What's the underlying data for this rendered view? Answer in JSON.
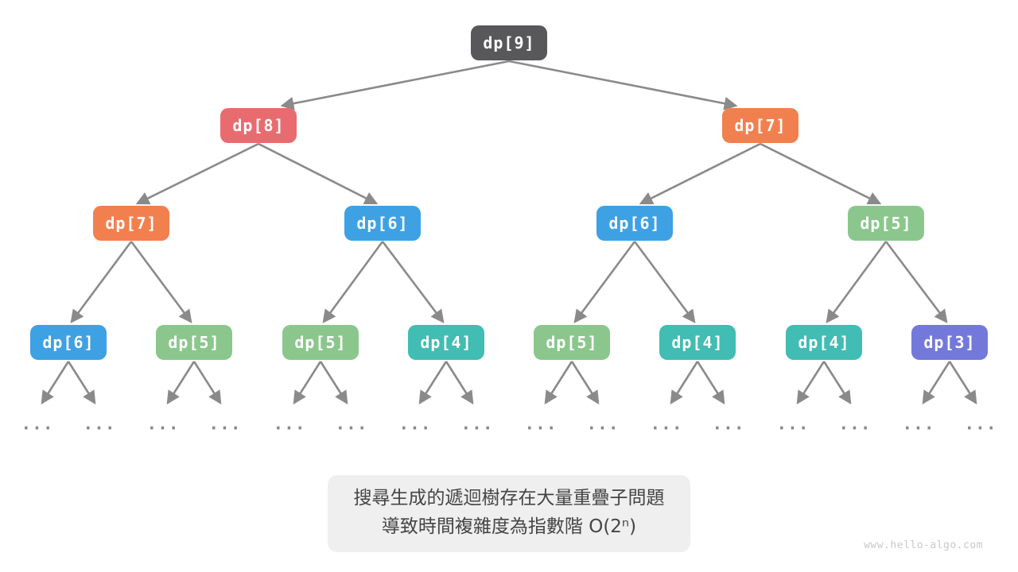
{
  "diagram": {
    "topic": "recursion-tree-of-dp-climbing-stairs",
    "tree": {
      "nodes": [
        {
          "id": "n0",
          "label": "dp[9]",
          "level": 1,
          "color": "#58585A"
        },
        {
          "id": "n1",
          "label": "dp[8]",
          "level": 2,
          "color": "#E86C6F"
        },
        {
          "id": "n2",
          "label": "dp[7]",
          "level": 2,
          "color": "#F2804F"
        },
        {
          "id": "n3",
          "label": "dp[7]",
          "level": 3,
          "color": "#F2804F"
        },
        {
          "id": "n4",
          "label": "dp[6]",
          "level": 3,
          "color": "#3EA1E3"
        },
        {
          "id": "n5",
          "label": "dp[6]",
          "level": 3,
          "color": "#3EA1E3"
        },
        {
          "id": "n6",
          "label": "dp[5]",
          "level": 3,
          "color": "#8BC78D"
        },
        {
          "id": "n7",
          "label": "dp[6]",
          "level": 4,
          "color": "#3EA1E3"
        },
        {
          "id": "n8",
          "label": "dp[5]",
          "level": 4,
          "color": "#8BC78D"
        },
        {
          "id": "n9",
          "label": "dp[5]",
          "level": 4,
          "color": "#8BC78D"
        },
        {
          "id": "n10",
          "label": "dp[4]",
          "level": 4,
          "color": "#41BDB3"
        },
        {
          "id": "n11",
          "label": "dp[5]",
          "level": 4,
          "color": "#8BC78D"
        },
        {
          "id": "n12",
          "label": "dp[4]",
          "level": 4,
          "color": "#41BDB3"
        },
        {
          "id": "n13",
          "label": "dp[4]",
          "level": 4,
          "color": "#41BDB3"
        },
        {
          "id": "n14",
          "label": "dp[3]",
          "level": 4,
          "color": "#7379DB"
        }
      ],
      "edges": [
        [
          "n0",
          "n1"
        ],
        [
          "n0",
          "n2"
        ],
        [
          "n1",
          "n3"
        ],
        [
          "n1",
          "n4"
        ],
        [
          "n2",
          "n5"
        ],
        [
          "n2",
          "n6"
        ],
        [
          "n3",
          "n7"
        ],
        [
          "n3",
          "n8"
        ],
        [
          "n4",
          "n9"
        ],
        [
          "n4",
          "n10"
        ],
        [
          "n5",
          "n11"
        ],
        [
          "n5",
          "n12"
        ],
        [
          "n6",
          "n13"
        ],
        [
          "n6",
          "n14"
        ]
      ],
      "truncation_marker": "...",
      "truncation_count": 16
    },
    "caption": {
      "line1": "搜尋生成的遞迴樹存在大量重疊子問題",
      "line2": "導致時間複雜度為指數階 O(2ⁿ)"
    },
    "watermark": "www.hello-algo.com",
    "colors": {
      "edge": "#8A8A8A",
      "node_text": "#FFFFFF",
      "caption_bg": "#EFEFEF",
      "caption_text": "#454545",
      "watermark_text": "#C9C9C9",
      "background": "#FFFFFF"
    }
  }
}
